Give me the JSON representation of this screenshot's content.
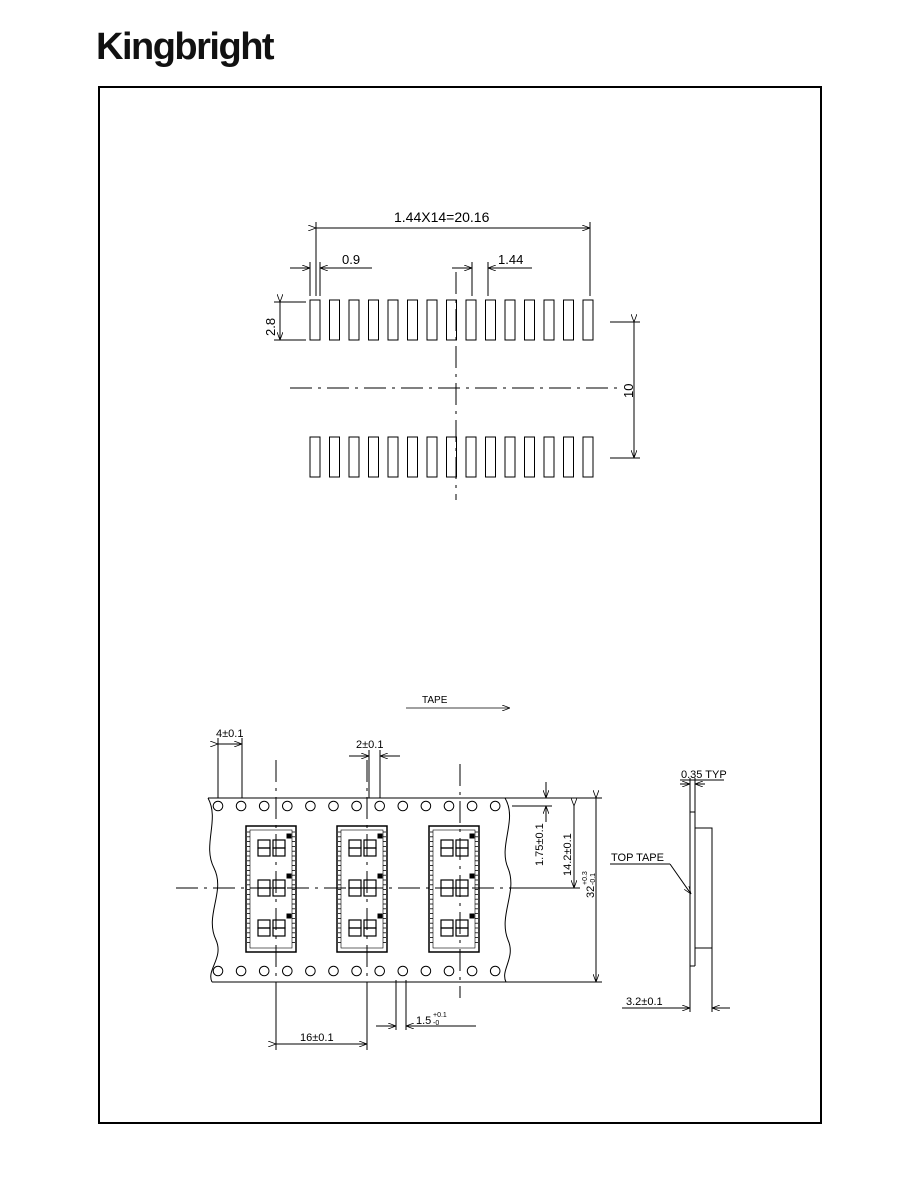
{
  "brand": {
    "name": "Kingbright"
  },
  "pad_layout": {
    "pitch_total_label": "1.44X14=20.16",
    "pad_width_label": "0.9",
    "pitch_label": "1.44",
    "pad_height_label": "2.8",
    "row_spacing_label": "10",
    "pads_per_row": 15
  },
  "tape": {
    "direction_label": "TAPE",
    "hole_pitch_label": "4±0.1",
    "hole_offset_label": "2±0.1",
    "hole_edge_label": "1.75±0.1",
    "center_distance_label": "14.2±0.1",
    "width_label_main": "32",
    "width_tol_plus": "+0.3",
    "width_tol_minus": "-0.1",
    "pocket_pitch_label": "16±0.1",
    "hole_diameter_main": "1.5",
    "hole_diameter_plus": "+0.1",
    "hole_diameter_minus": "-0",
    "top_tape_thickness_label": "0.35 TYP",
    "top_tape_label": "TOP TAPE",
    "depth_label": "3.2±0.1",
    "component_count": 3
  }
}
